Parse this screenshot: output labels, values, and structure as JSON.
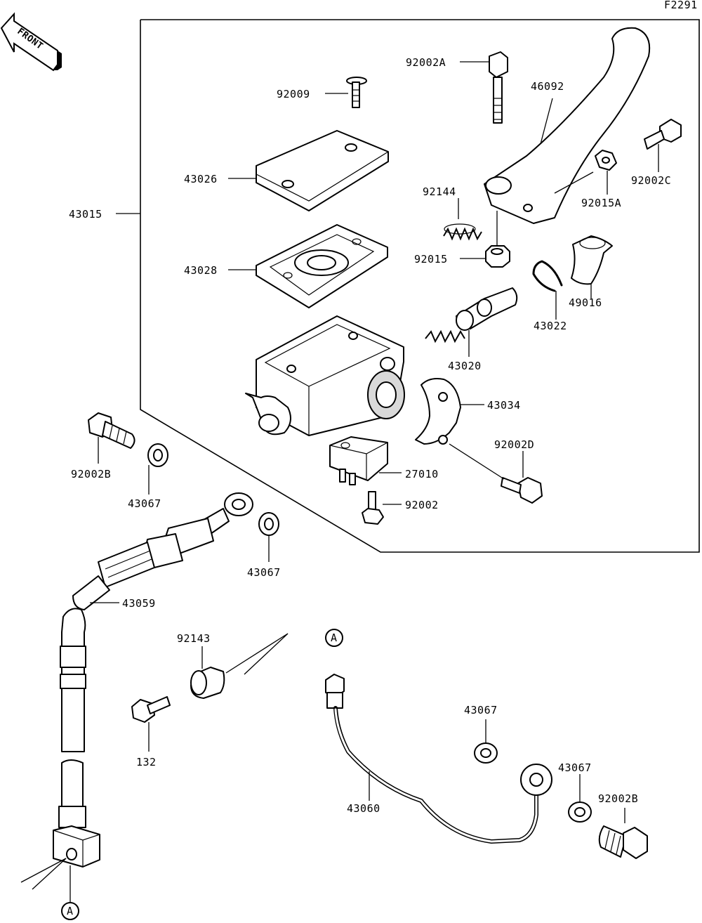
{
  "figure_id": "F2291",
  "front_label": "FRONT",
  "ref_marker": "A",
  "callouts": {
    "c43015": "43015",
    "c92002A": "92002A",
    "c46092": "46092",
    "c92009": "92009",
    "c92002C": "92002C",
    "c43026": "43026",
    "c92015A": "92015A",
    "c92144": "92144",
    "c43028": "43028",
    "c92015": "92015",
    "c49016": "49016",
    "c43022": "43022",
    "c43020": "43020",
    "c43034": "43034",
    "c92002B_1": "92002B",
    "c92002D": "92002D",
    "c43067_1": "43067",
    "c27010": "27010",
    "c92002": "92002",
    "c43067_2": "43067",
    "c43059": "43059",
    "c92143": "92143",
    "c43067_3": "43067",
    "c132": "132",
    "c43067_4": "43067",
    "c92002B_2": "92002B",
    "c43060": "43060"
  }
}
